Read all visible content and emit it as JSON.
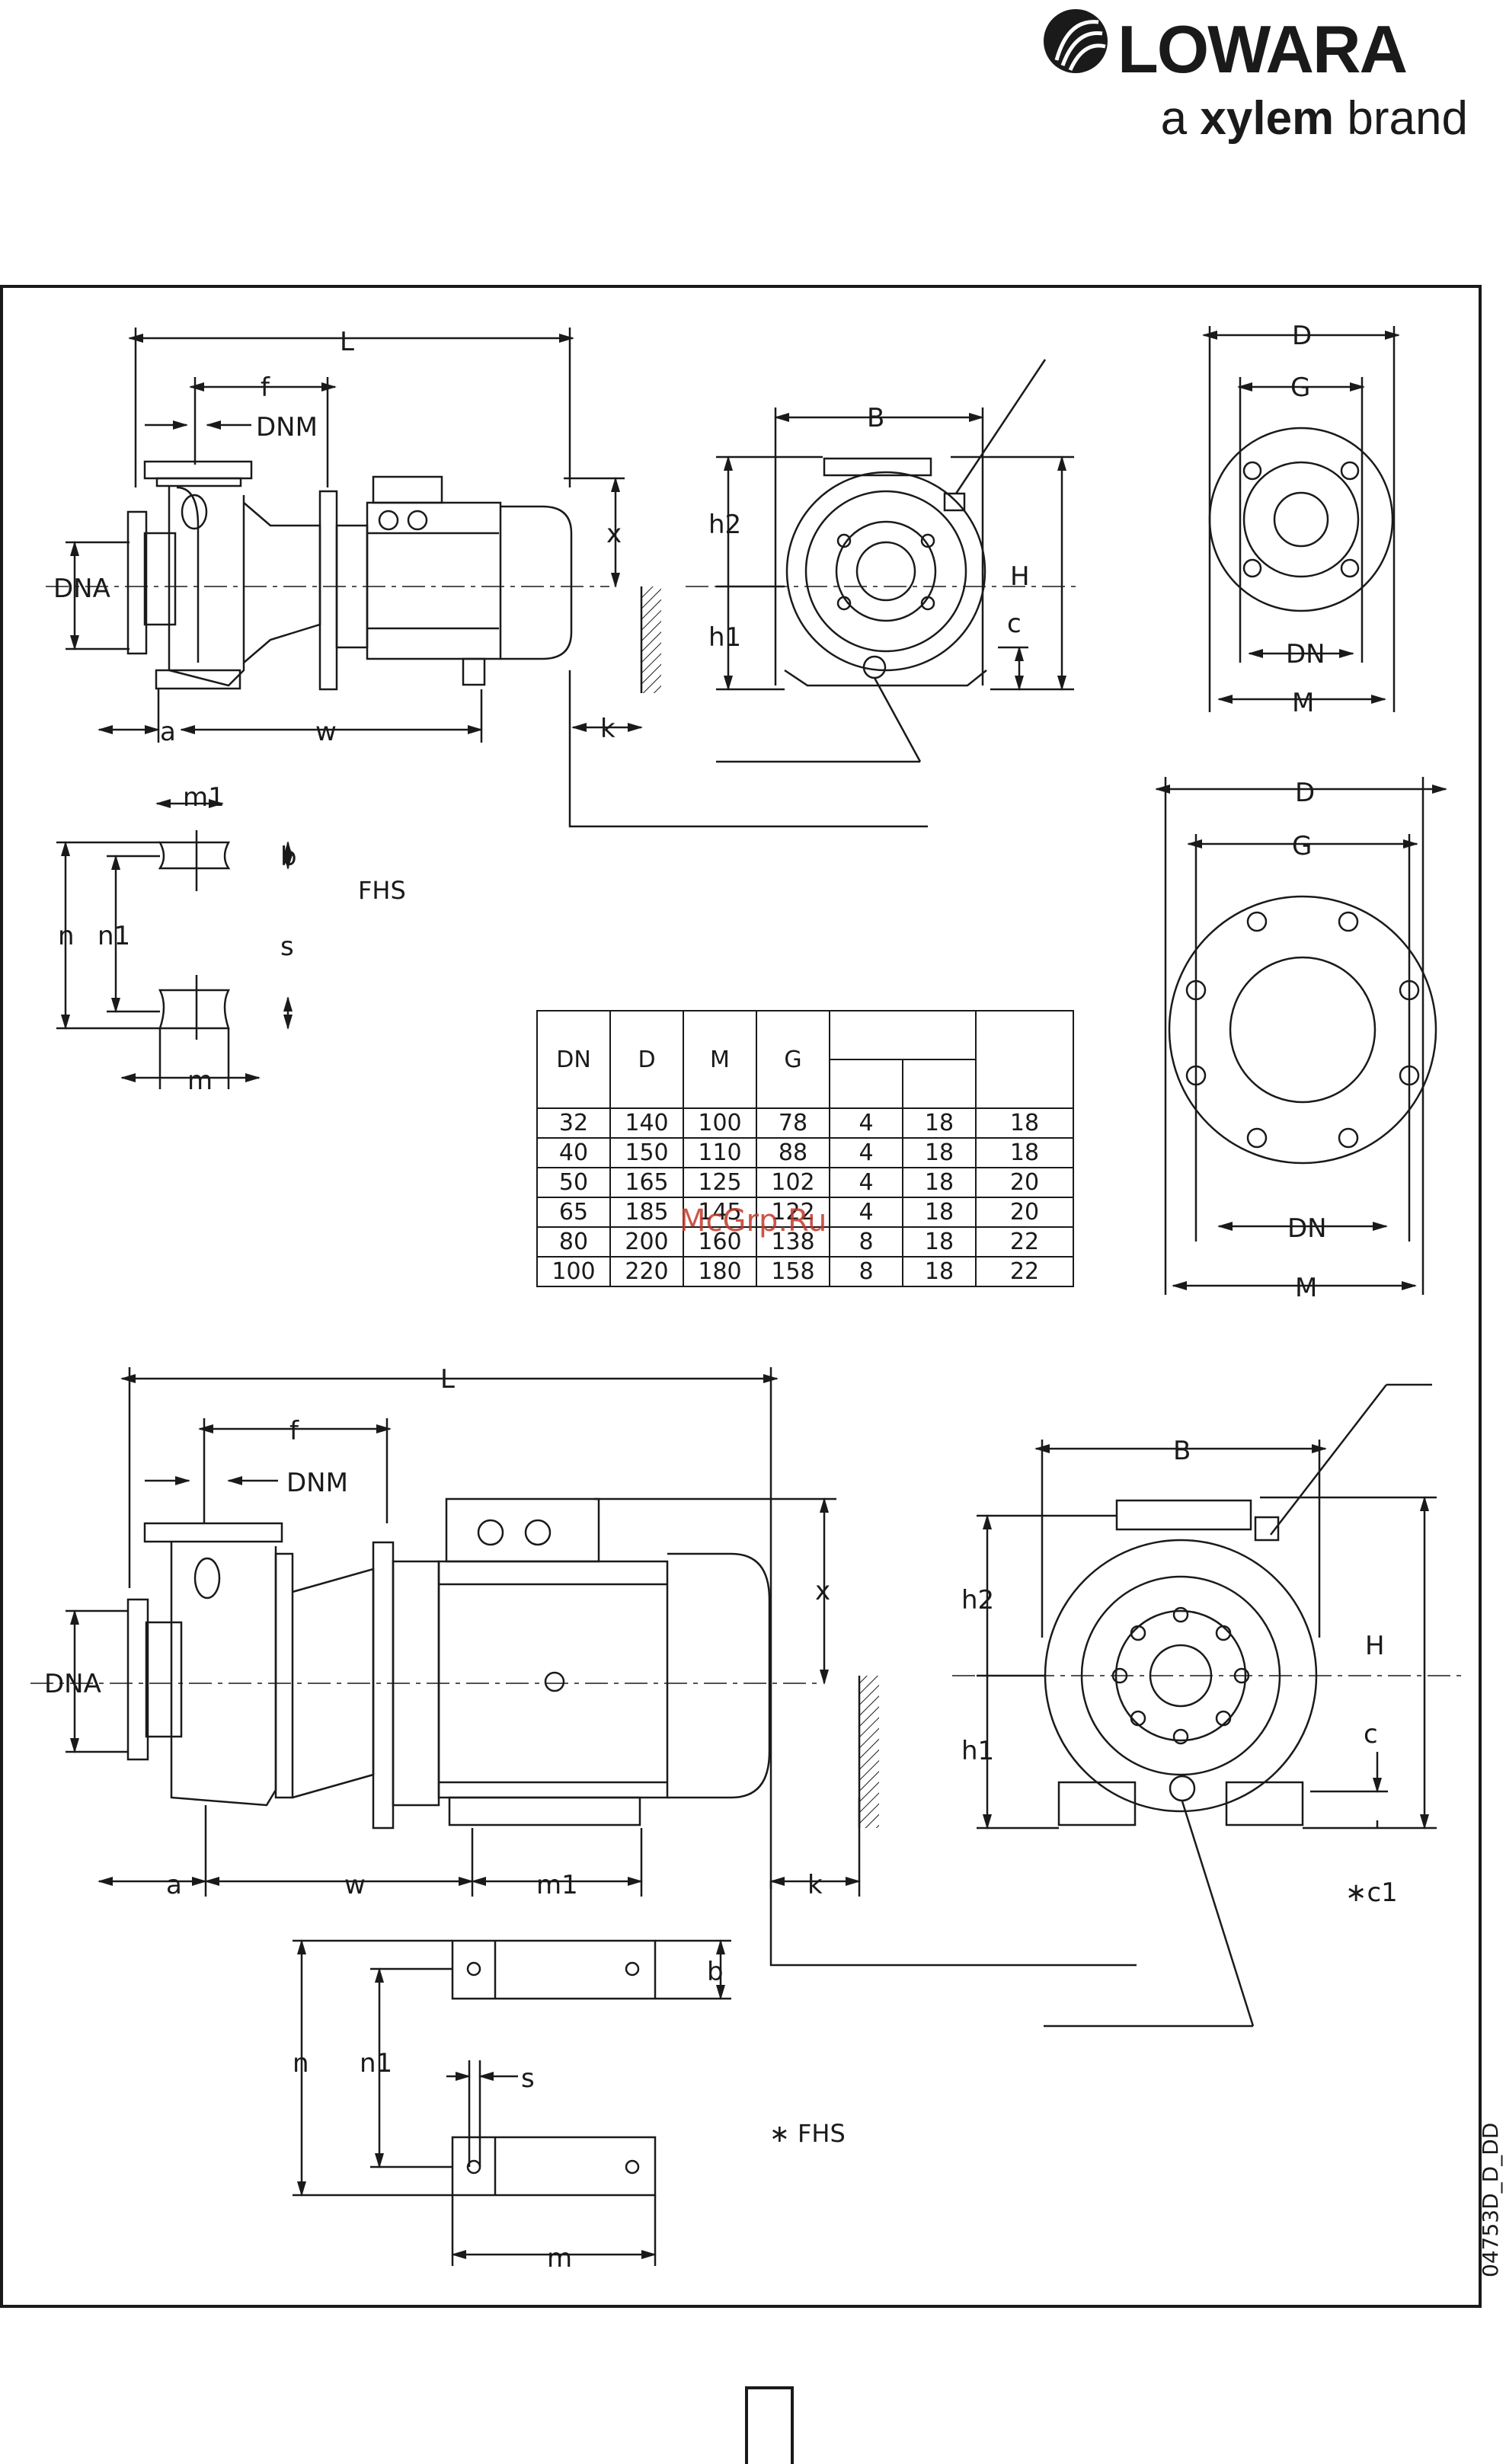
{
  "brand": {
    "name": "LOWARA",
    "tag_prefix": "a ",
    "tag_bold": "xylem",
    "tag_suffix": " brand"
  },
  "labels": {
    "L": "L",
    "f": "f",
    "DNM": "DNM",
    "DNA": "DNA",
    "a": "a",
    "w": "w",
    "x": "x",
    "k": "k",
    "B": "B",
    "h2": "h2",
    "h1": "h1",
    "H": "H",
    "c": "c",
    "c1": "∗c1",
    "D": "D",
    "G": "G",
    "DN": "DN",
    "M": "M",
    "m1": "m1",
    "b": "b",
    "n": "n",
    "n1": "n1",
    "s": "s",
    "m": "m"
  },
  "fhs_top": "FHS",
  "fhs_bottom": "∗ FHS",
  "table": {
    "headers": [
      "DN",
      "D",
      "M",
      "G"
    ],
    "rows": [
      [
        "32",
        "140",
        "100",
        "78",
        "4",
        "18",
        "18"
      ],
      [
        "40",
        "150",
        "110",
        "88",
        "4",
        "18",
        "18"
      ],
      [
        "50",
        "165",
        "125",
        "102",
        "4",
        "18",
        "20"
      ],
      [
        "65",
        "185",
        "145",
        "122",
        "4",
        "18",
        "20"
      ],
      [
        "80",
        "200",
        "160",
        "138",
        "8",
        "18",
        "22"
      ],
      [
        "100",
        "220",
        "180",
        "158",
        "8",
        "18",
        "22"
      ]
    ]
  },
  "watermark": "McGrp.Ru",
  "drawing_code": "04753D_D_DD"
}
